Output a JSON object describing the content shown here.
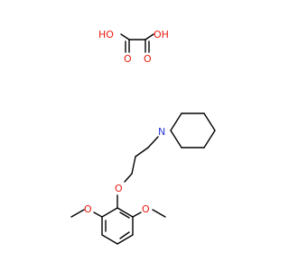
{
  "labels": {
    "oxalic_ho_left": "HO",
    "oxalic_oh_right": "OH",
    "oxalic_o_bottom_left": "O",
    "oxalic_o_bottom_right": "O",
    "piperidine_n": "N",
    "ether_o": "O",
    "methoxy_left_o": "O",
    "methoxy_right_o": "O"
  },
  "colors": {
    "bond": "#000000",
    "oxygen": "#e8190f",
    "nitrogen": "#2b3bd6",
    "background": "#ffffff"
  }
}
